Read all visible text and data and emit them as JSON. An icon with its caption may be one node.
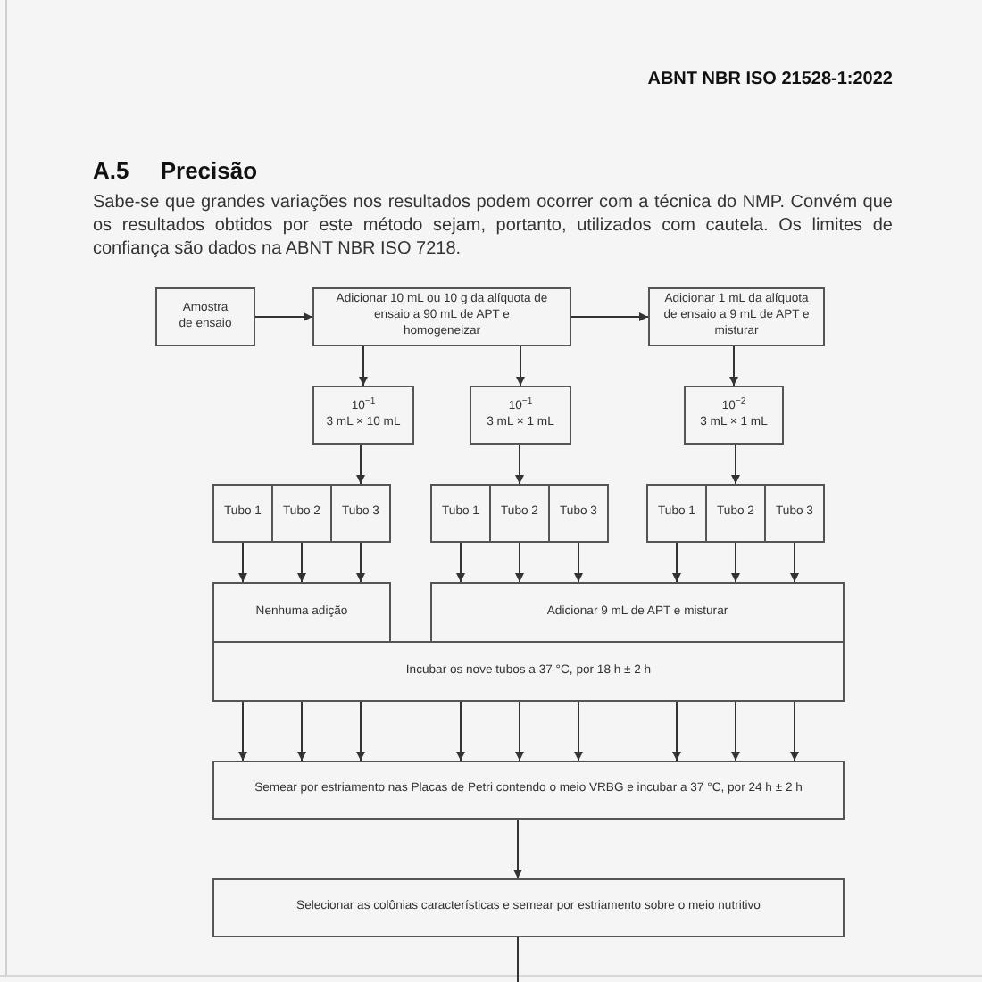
{
  "diagram": {
    "title": "A.5 Precisão",
    "nodes": [
      {
        "text": [
          "Amostra de ensaio"
        ]
      },
      {
        "text": [
          "Adicionar 10 mL ou 10 g da alíquota de ensaio a 90 mL de APT e homogeneizar"
        ]
      },
      {
        "text": [
          "Adicionar 1 mL da alíquota de ensaio a 9 mL de APT e misturar"
        ]
      },
      {
        "text": [
          "10$^{−1}$",
          "3 mL × 10 mL"
        ]
      },
      {
        "text": [
          "10$^{−1}$",
          "3 mL × 1 mL"
        ]
      },
      {
        "text": [
          "10$^{−2}$",
          "3 mL × 1 mL"
        ]
      },
      {
        "text": [
          "Tubo 1"
        ]
      },
      {
        "text": [
          "Tubo 2"
        ]
      },
      {
        "text": [
          "Tubo 3"
        ]
      },
      {
        "text": [
          "Tubo 1"
        ]
      },
      {
        "text": [
          "Tubo 2"
        ]
      },
      {
        "text": [
          "Tubo 3"
        ]
      },
      {
        "text": [
          "Tubo 1"
        ]
      },
      {
        "text": [
          "Tubo 2"
        ]
      },
      {
        "text": [
          "Tubo 3"
        ]
      },
      {
        "text": [
          "Nenhuma adição"
        ]
      },
      {
        "text": [
          "Adicionar 9 mL de APT e misturar"
        ]
      },
      {
        "text": [
          "Incubar os nove tubos a 37 °C, por 18 h ± 2 h"
        ]
      },
      {
        "text": [
          "Semear por estriamento nas Placas de Petri contendo o meio VRBG e incubar a 37 °C, por 24 h ± 2 h"
        ]
      },
      {
        "text": [
          "Selecionar as colônias características e semear por estriamento sobre o meio nutritivo"
        ]
      }
    ],
    "edges": [
      {
        "from": 0,
        "to": 1,
        "arrow": "to"
      },
      {
        "from": 1,
        "to": 2,
        "arrow": "to"
      },
      {
        "from": 1,
        "to": 3,
        "arrow": "to"
      },
      {
        "from": 1,
        "to": 4,
        "arrow": "to"
      },
      {
        "from": 2,
        "to": 5,
        "arrow": "to"
      },
      {
        "from": 3,
        "to": 8,
        "arrow": "to"
      },
      {
        "from": 4,
        "to": 10,
        "arrow": "to"
      },
      {
        "from": 5,
        "to": 13,
        "arrow": "to"
      },
      {
        "from": 6,
        "to": 15,
        "arrow": "to"
      },
      {
        "from": 7,
        "to": 15,
        "arrow": "to"
      },
      {
        "from": 8,
        "to": 15,
        "arrow": "to"
      },
      {
        "from": 9,
        "to": 16,
        "arrow": "to"
      },
      {
        "from": 10,
        "to": 16,
        "arrow": "to"
      },
      {
        "from": 11,
        "to": 16,
        "arrow": "to"
      },
      {
        "from": 12,
        "to": 16,
        "arrow": "to"
      },
      {
        "from": 13,
        "to": 16,
        "arrow": "to"
      },
      {
        "from": 14,
        "to": 16,
        "arrow": "to"
      },
      {
        "from": 17,
        "to": 18,
        "arrow": "to"
      },
      {
        "from": 17,
        "to": 18,
        "arrow": "to"
      },
      {
        "from": 17,
        "to": 18,
        "arrow": "to"
      },
      {
        "from": 17,
        "to": 18,
        "arrow": "to"
      },
      {
        "from": 17,
        "to": 18,
        "arrow": "to"
      },
      {
        "from": 17,
        "to": 18,
        "arrow": "to"
      },
      {
        "from": 17,
        "to": 18,
        "arrow": "to"
      },
      {
        "from": 17,
        "to": 18,
        "arrow": "to"
      },
      {
        "from": 17,
        "to": 18,
        "arrow": "to"
      },
      {
        "from": 18,
        "to": 19,
        "arrow": "to"
      },
      {
        "from": 19,
        "to": null,
        "arrow": "none"
      }
    ],
    "labels": [
      "ABNT NBR ISO 21528-1:2022",
      "Sabe-se que grandes variações nos resultados podem ocorrer com a técnica do NMP. Convém que os resultados obtidos por este método sejam, portanto, utilizados com cautela. Os limites de confiança são dados na ABNT NBR ISO 7218."
    ]
  }
}
